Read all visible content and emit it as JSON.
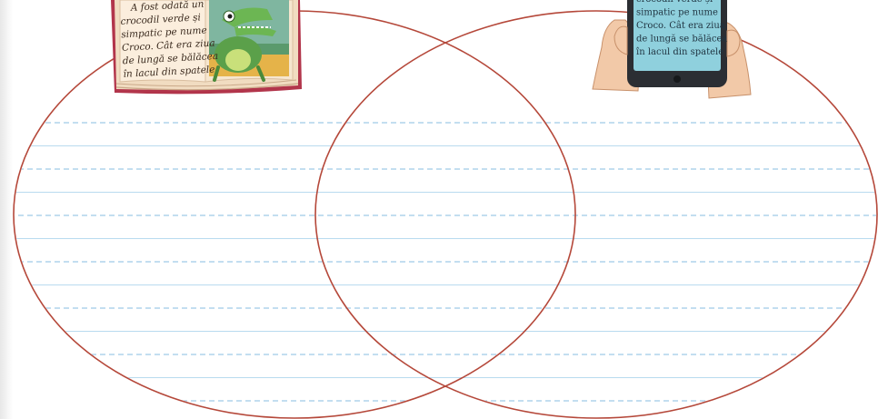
{
  "diagram": {
    "type": "venn-two-sets",
    "ellipse_color": "#b5483a",
    "line_color_solid": "#b9dbef",
    "line_color_dashed": "#9fc9e6"
  },
  "book": {
    "text_lines": [
      "A fost odată un",
      "crocodil verde și",
      "simpatic pe nume",
      "Croco. Cât era ziua",
      "de lungă se bălăcea",
      "în lacul din spatele"
    ],
    "illustration": "crocodile-icon"
  },
  "phone": {
    "text_lines": [
      "crocodil verde și",
      "simpatic pe nume",
      "Croco. Cât era ziua",
      "de lungă se bălăcea",
      "în lacul din spatele"
    ],
    "illustration": "hands-holding-phone-icon"
  }
}
